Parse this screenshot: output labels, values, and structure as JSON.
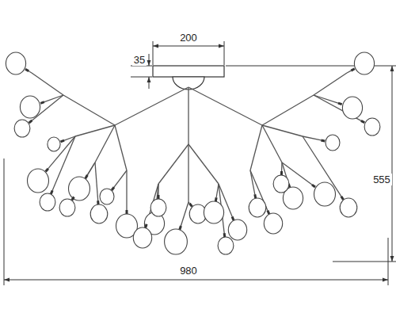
{
  "diagram": {
    "labels": [
      "200",
      "35",
      "555",
      "980"
    ]
  }
}
